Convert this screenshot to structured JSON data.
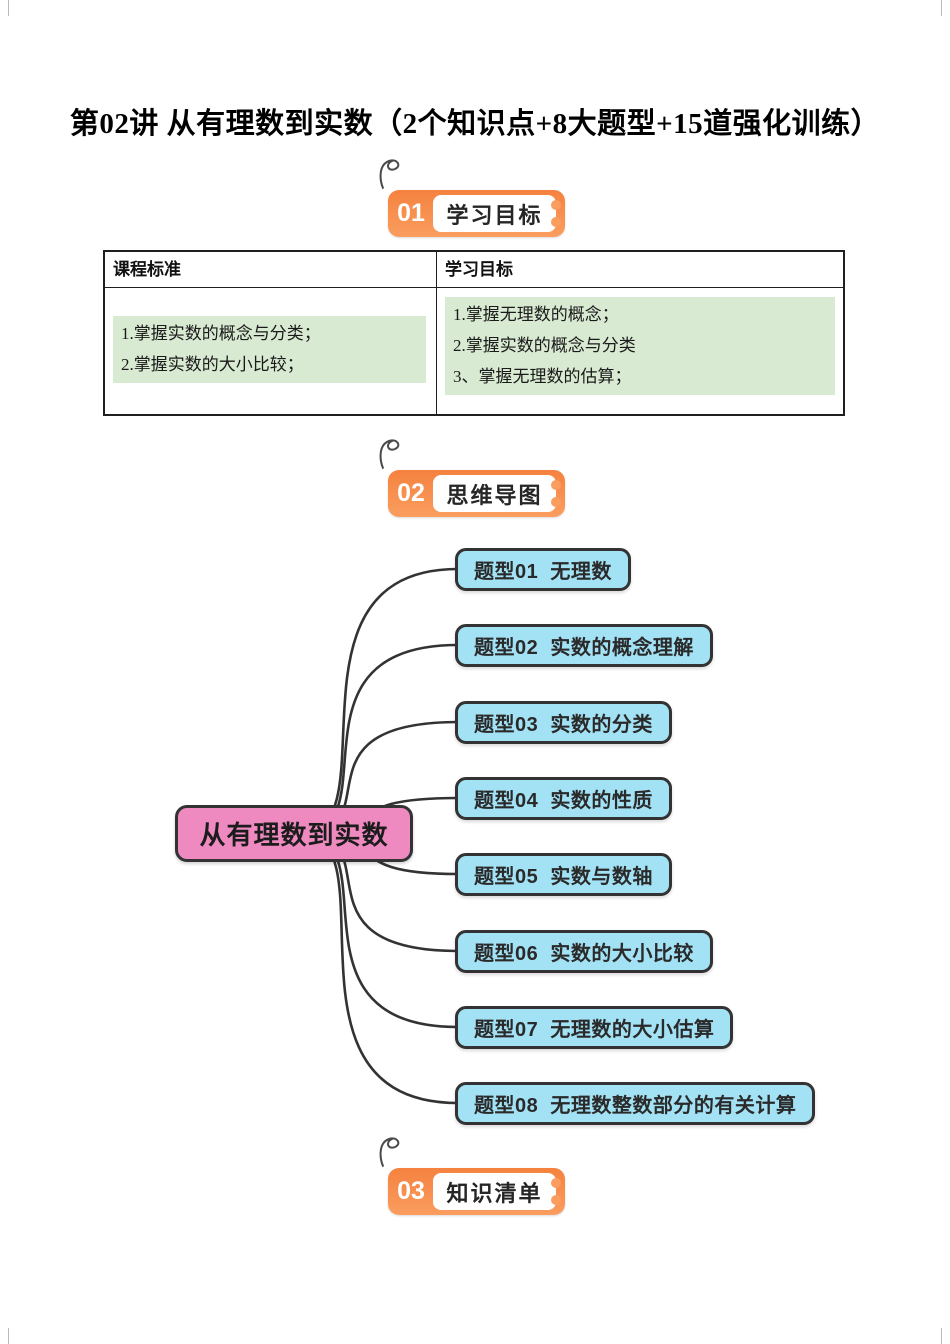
{
  "page": {
    "title": "第02讲 从有理数到实数（2个知识点+8大题型+15道强化训练）"
  },
  "sections": [
    {
      "number": "01",
      "label": "学习目标"
    },
    {
      "number": "02",
      "label": "思维导图"
    },
    {
      "number": "03",
      "label": "知识清单"
    }
  ],
  "goals_table": {
    "headers": [
      "课程标准",
      "学习目标"
    ],
    "course_standard_items": [
      "1.掌握实数的概念与分类；",
      "2.掌握实数的大小比较；"
    ],
    "learning_goal_items": [
      "1.掌握无理数的概念；",
      "2.掌握实数的概念与分类",
      "3、掌握无理数的估算；"
    ]
  },
  "mindmap": {
    "root": "从有理数到实数",
    "branches": [
      "题型01  无理数",
      "题型02  实数的概念理解",
      "题型03  实数的分类",
      "题型04  实数的性质",
      "题型05  实数与数轴",
      "题型06  实数的大小比较",
      "题型07  无理数的大小估算",
      "题型08  无理数整数部分的有关计算"
    ]
  },
  "colors": {
    "orange": "#f5823f",
    "orange_light": "#fa9d5f",
    "pink": "#ef8ac1",
    "blue": "#a3e2f5",
    "green": "#d9ead3",
    "line": "#333333",
    "ink": "#262626"
  }
}
